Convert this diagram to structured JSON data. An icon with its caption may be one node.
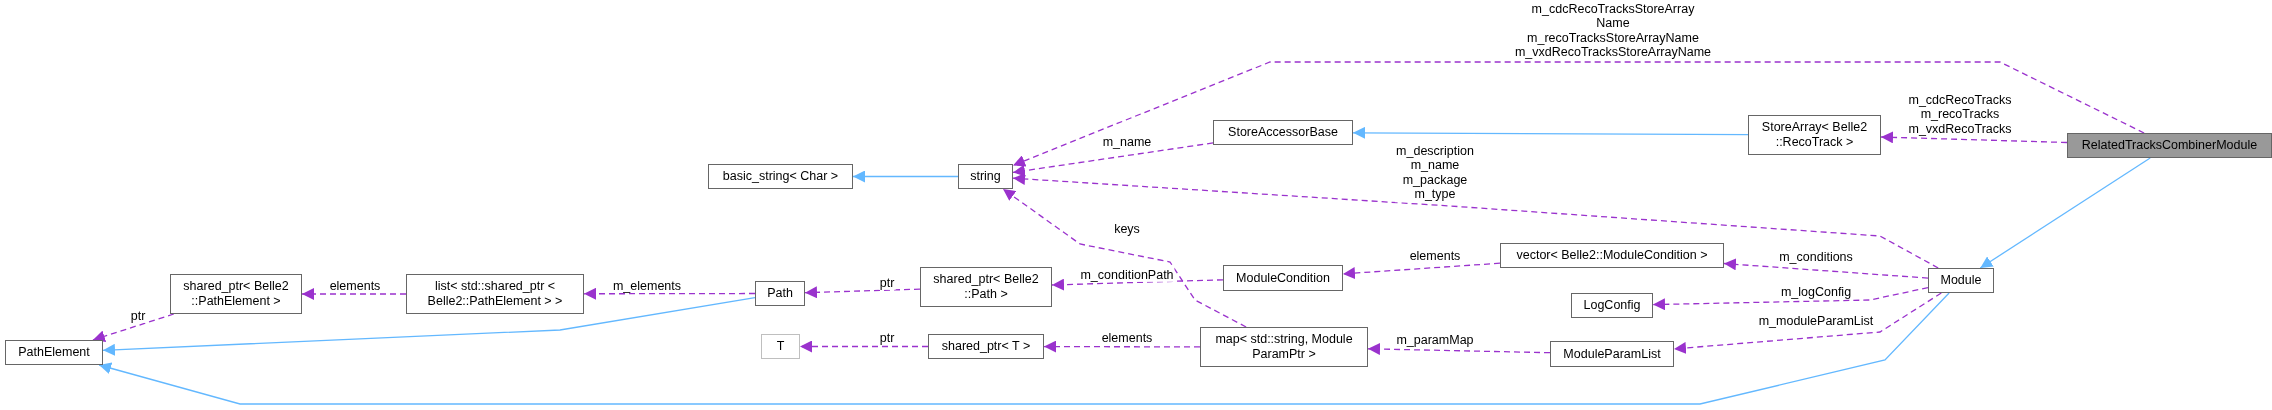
{
  "diagram": {
    "nodes": [
      {
        "text": [
          "RelatedTracksCombinerModule"
        ]
      },
      {
        "text": [
          "Module"
        ]
      },
      {
        "text": [
          "StoreArray< Belle2 ::RecoTrack >"
        ]
      },
      {
        "text": [
          "StoreAccessorBase"
        ]
      },
      {
        "text": [
          "string"
        ]
      },
      {
        "text": [
          "basic_string< Char >"
        ]
      },
      {
        "text": [
          "vector< Belle2::ModuleCondition >"
        ]
      },
      {
        "text": [
          "ModuleCondition"
        ]
      },
      {
        "text": [
          "LogConfig"
        ]
      },
      {
        "text": [
          "ModuleParamList"
        ]
      },
      {
        "text": [
          "map< std::string, Module ParamPtr >"
        ]
      },
      {
        "text": [
          "shared_ptr< Belle2 ::Path >"
        ]
      },
      {
        "text": [
          "shared_ptr< T >"
        ]
      },
      {
        "text": [
          "T"
        ]
      },
      {
        "text": [
          "Path"
        ]
      },
      {
        "text": [
          "list< std::shared_ptr < Belle2::PathElement > >"
        ]
      },
      {
        "text": [
          "shared_ptr< Belle2 ::PathElement >"
        ]
      },
      {
        "text": [
          "PathElement"
        ]
      }
    ],
    "edges": [
      {
        "from": 0,
        "to": 2,
        "arrow": "to",
        "style": "dashed",
        "label": "m_cdcRecoTracks m_recoTracks m_vxdRecoTracks"
      },
      {
        "from": 0,
        "to": 4,
        "arrow": "to",
        "style": "dashed",
        "label": "m_cdcRecoTracksStoreArray Name m_recoTracksStoreArrayName m_vxdRecoTracksStoreArrayName"
      },
      {
        "from": 0,
        "to": 1,
        "arrow": "to",
        "color": "#63b8ff"
      },
      {
        "from": 2,
        "to": 3,
        "arrow": "to",
        "color": "#63b8ff"
      },
      {
        "from": 3,
        "to": 4,
        "arrow": "to",
        "style": "dashed",
        "label": "m_name"
      },
      {
        "from": 4,
        "to": 5,
        "arrow": "to",
        "color": "#63b8ff"
      },
      {
        "from": 1,
        "to": 4,
        "arrow": "to",
        "style": "dashed",
        "label": "m_description m_name m_package m_type"
      },
      {
        "from": 1,
        "to": 6,
        "arrow": "to",
        "style": "dashed",
        "label": "m_conditions"
      },
      {
        "from": 6,
        "to": 7,
        "arrow": "to",
        "style": "dashed",
        "label": "elements"
      },
      {
        "from": 7,
        "to": 11,
        "arrow": "to",
        "style": "dashed",
        "label": "m_conditionPath"
      },
      {
        "from": 11,
        "to": 14,
        "arrow": "to",
        "style": "dashed",
        "label": "ptr"
      },
      {
        "from": 14,
        "to": 15,
        "arrow": "to",
        "style": "dashed",
        "label": "m_elements"
      },
      {
        "from": 15,
        "to": 16,
        "arrow": "to",
        "style": "dashed",
        "label": "elements"
      },
      {
        "from": 16,
        "to": 17,
        "arrow": "to",
        "style": "dashed",
        "label": "ptr"
      },
      {
        "from": 14,
        "to": 17,
        "arrow": "to",
        "color": "#63b8ff"
      },
      {
        "from": 1,
        "to": 17,
        "arrow": "to",
        "color": "#63b8ff"
      },
      {
        "from": 1,
        "to": 8,
        "arrow": "to",
        "style": "dashed",
        "label": "m_logConfig"
      },
      {
        "from": 1,
        "to": 9,
        "arrow": "to",
        "style": "dashed",
        "label": "m_moduleParamList"
      },
      {
        "from": 9,
        "to": 10,
        "arrow": "to",
        "style": "dashed",
        "label": "m_paramMap"
      },
      {
        "from": 10,
        "to": 4,
        "arrow": "to",
        "style": "dashed",
        "label": "keys"
      },
      {
        "from": 10,
        "to": 12,
        "arrow": "to",
        "style": "dashed",
        "label": "elements"
      },
      {
        "from": 12,
        "to": 13,
        "arrow": "to",
        "style": "dashed",
        "label": "ptr"
      }
    ]
  }
}
